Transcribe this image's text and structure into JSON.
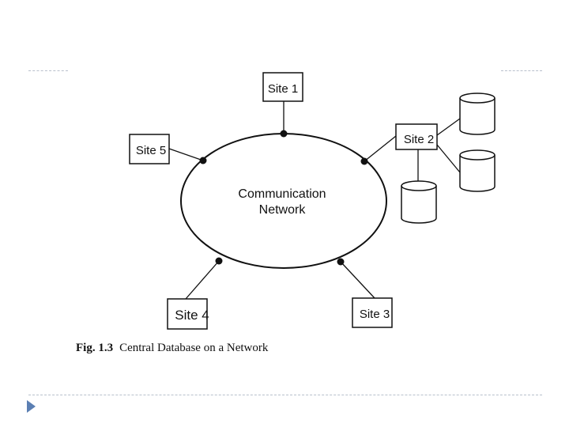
{
  "diagram": {
    "network_label_line1": "Communication",
    "network_label_line2": "Network",
    "sites": [
      {
        "id": "site-1",
        "label": "Site 1"
      },
      {
        "id": "site-2",
        "label": "Site 2"
      },
      {
        "id": "site-3",
        "label": "Site 3"
      },
      {
        "id": "site-4",
        "label": "Site 4"
      },
      {
        "id": "site-5",
        "label": "Site 5"
      }
    ],
    "caption_number": "Fig. 1.3",
    "caption_text": "Central Database on a Network"
  },
  "colors": {
    "accent": "#5b7fb3",
    "rule": "#b8c0cc",
    "line": "#111111"
  },
  "icons": {
    "nav": "triangle-right-icon",
    "database": "database-cylinder-icon"
  }
}
